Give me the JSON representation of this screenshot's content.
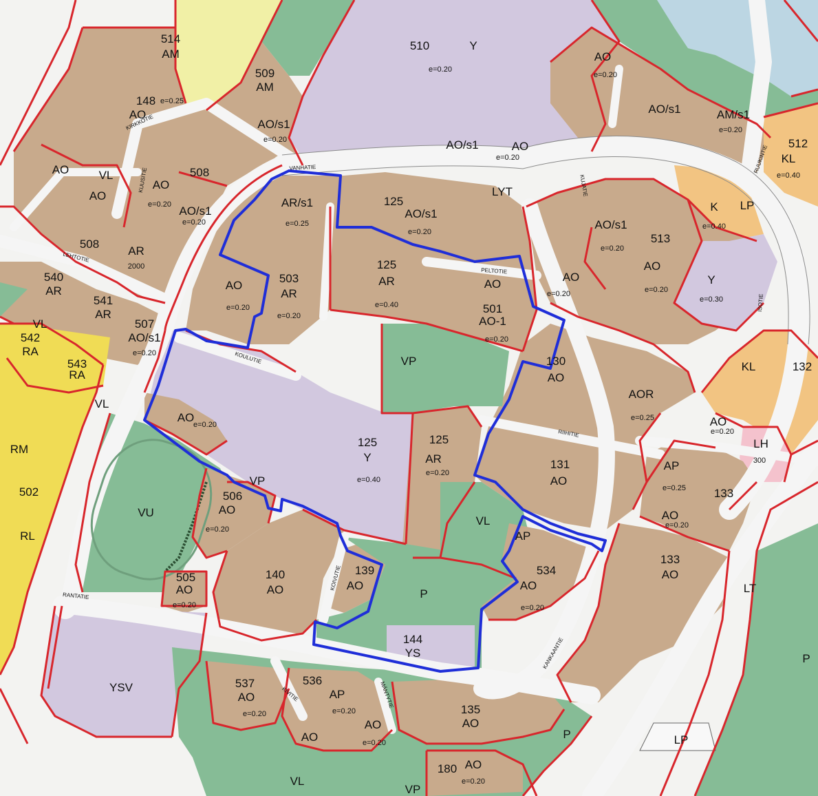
{
  "colors": {
    "paper": "#f3f3f1",
    "residential": "#c8aa8c",
    "green": "#86bc96",
    "public": "#d2c8df",
    "yellow_area": "#f0dc55",
    "pale_yellow": "#f1f0a6",
    "commercial": "#f2c482",
    "health": "#f4c2cd",
    "water": "#bcd6e3",
    "road": "#f5f5f5",
    "boundary_red": "#d8262c",
    "outline_blue": "#1f2ed8"
  },
  "labels": {
    "a514": "514",
    "a514b": "AM",
    "a509": "509",
    "a509b": "AM",
    "a510": "510",
    "a510b": "Y",
    "a148": "148",
    "a148b": "AO",
    "ao_n1": "AO",
    "ao_s1_n": "AO/s1",
    "am_s1": "AM/s1",
    "aos1_a": "AO/s1",
    "aos1_b": "AO/s1",
    "ao_c": "AO",
    "a512": "512",
    "a512b": "KL",
    "ao_w1": "AO",
    "vl_w": "VL",
    "ao_w2": "AO",
    "ao_508top": "AO",
    "a508": "508",
    "aos1_508": "AO/s1",
    "ar_s1": "AR/s1",
    "a125n": "125",
    "a125n_b": "AO/s1",
    "lyt": "LYT",
    "k": "K",
    "lp_n": "LP",
    "aos1_e": "AO/s1",
    "a513": "513",
    "a508w": "508",
    "ar_w": "AR",
    "ar_w_v": "2000",
    "a540": "540",
    "a540b": "AR",
    "a541": "541",
    "a541b": "AR",
    "a507": "507",
    "a507b": "AO/s1",
    "ao_503": "AO",
    "a503": "503",
    "a503b": "AR",
    "a125ar": "125",
    "a125ar_b": "AR",
    "ao_mid": "AO",
    "a501": "501",
    "a501b": "AO-1",
    "ao_e2": "AO",
    "ao_e3": "AO",
    "y_e": "Y",
    "vl_542": "VL",
    "a542": "542",
    "ra_542": "RA",
    "a543": "543",
    "ra_543": "RA",
    "vp_top": "VP",
    "a130": "130",
    "a130b": "AO",
    "aor": "AOR",
    "kl2": "KL",
    "a132": "132",
    "vl_mid": "VL",
    "ao_low": "AO",
    "a125y": "125",
    "a125y_b": "Y",
    "a125ar2": "125",
    "a125ar2_b": "AR",
    "ao_r1": "AO",
    "lh": "LH",
    "lh_v": "300",
    "rm": "RM",
    "a502": "502",
    "rl": "RL",
    "vu": "VU",
    "vp_mid": "VP",
    "a506": "506",
    "a506b": "AO",
    "a131": "131",
    "a131b": "AO",
    "ap_r": "AP",
    "a133a": "133",
    "ao_r2": "AO",
    "vl_c": "VL",
    "ap_c": "AP",
    "a133b": "133",
    "a133b_b": "AO",
    "a534": "534",
    "ao_534": "AO",
    "a140": "140",
    "a140b": "AO",
    "a139": "139",
    "a139b": "AO",
    "p_c": "P",
    "a505": "505",
    "a505b": "AO",
    "lt": "LT",
    "a144": "144",
    "ys": "YS",
    "p_right": "P",
    "ysv": "YSV",
    "a537": "537",
    "a537b": "AO",
    "a536": "536",
    "ap_536": "AP",
    "ao_s1": "AO",
    "ao_s2": "AO",
    "a135": "135",
    "a135b": "AO",
    "p_s": "P",
    "lp_s": "LP",
    "a180": "180",
    "a180b": "AO",
    "vl_s": "VL",
    "vp_s": "VP"
  },
  "streets": {
    "lehtotie": "LEHTOTIE",
    "koulutie": "KOULUTIE",
    "vanhatie": "VANHATIE",
    "peltotie": "PELTOTIE",
    "riihitie": "RIIHITIE",
    "ruukintie": "RUUKINTIE",
    "kirkkotie": "KIRKKOTIE",
    "kujatie": "KUJATIE",
    "kankaantie": "KANKAANTIE",
    "isotie": "ISOTIE",
    "rantatie": "RANTATIE",
    "kivitie": "KIVITIE",
    "mantytie": "MÄNTYTIE",
    "koivutie": "KOIVUTIE",
    "kuusitie": "KUUSITIE"
  },
  "efficiency": {
    "e020": "e=0.20",
    "e025": "e=0.25",
    "e030": "e=0.30",
    "e040": "e=0.40"
  }
}
